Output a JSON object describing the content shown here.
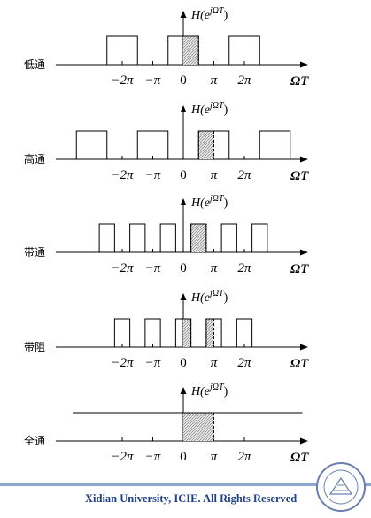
{
  "panels": [
    {
      "name": "低通",
      "ylabel_prefix": "H(e",
      "ylabel_sup": "jΩT",
      "ylabel_suffix": ")",
      "xlabel": "ΩT",
      "ticks": [
        "−2π",
        "−π",
        "0",
        "π",
        "2π"
      ],
      "segments": [
        [
          -2.5,
          -1.5
        ],
        [
          -0.5,
          0.5
        ],
        [
          1.5,
          2.5
        ]
      ],
      "hatch": [
        0,
        0.5
      ]
    },
    {
      "name": "高通",
      "ylabel_prefix": "H(e",
      "ylabel_sup": "jΩT",
      "ylabel_suffix": ")",
      "xlabel": "ΩT",
      "ticks": [
        "−2π",
        "−π",
        "0",
        "π",
        "2π"
      ],
      "segments": [
        [
          -3.5,
          -2.5
        ],
        [
          -1.5,
          -0.5
        ],
        [
          0.5,
          1.5
        ],
        [
          2.5,
          3.5
        ]
      ],
      "hatch": [
        0.5,
        1.0
      ]
    },
    {
      "name": "带通",
      "ylabel_prefix": "H(e",
      "ylabel_sup": "jΩT",
      "ylabel_suffix": ")",
      "xlabel": "ΩT",
      "ticks": [
        "−2π",
        "−π",
        "0",
        "π",
        "2π"
      ],
      "segments": [
        [
          -2.75,
          -2.25
        ],
        [
          -1.75,
          -1.25
        ],
        [
          -0.75,
          -0.25
        ],
        [
          0.25,
          0.75
        ],
        [
          1.25,
          1.75
        ],
        [
          2.25,
          2.75
        ]
      ],
      "hatch": [
        0.25,
        0.75
      ]
    },
    {
      "name": "带阻",
      "ylabel_prefix": "H(e",
      "ylabel_sup": "jΩT",
      "ylabel_suffix": ")",
      "xlabel": "ΩT",
      "ticks": [
        "−2π",
        "−π",
        "0",
        "π",
        "2π"
      ],
      "segments": [
        [
          -2.25,
          -1.75
        ],
        [
          -1.25,
          -0.75
        ],
        [
          -0.25,
          0.25
        ],
        [
          0.75,
          1.25
        ],
        [
          1.75,
          2.25
        ]
      ],
      "hatch": [
        0,
        0.25,
        0.75,
        1.0
      ]
    },
    {
      "name": "全通",
      "ylabel_prefix": "H(e",
      "ylabel_sup": "jΩT",
      "ylabel_suffix": ")",
      "xlabel": "ΩT",
      "ticks": [
        "−2π",
        "−π",
        "0",
        "π",
        "2π"
      ],
      "segments": [
        [
          -3.6,
          3.9
        ]
      ],
      "hatch": [
        0,
        1.0
      ]
    }
  ],
  "footer": "Xidian University, ICIE. All Rights Reserved"
}
